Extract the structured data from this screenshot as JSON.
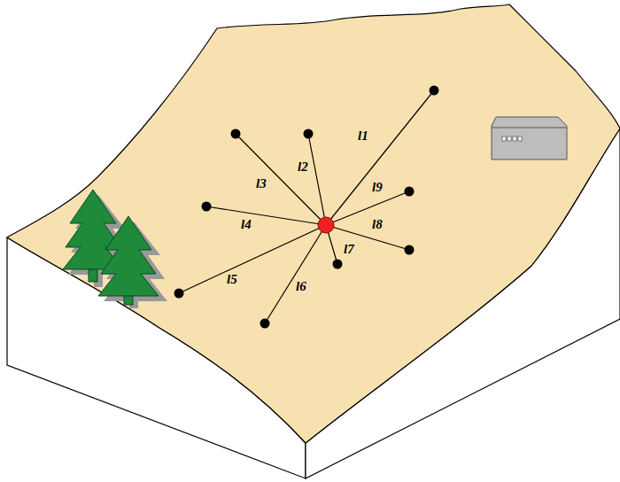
{
  "diagram": {
    "labels": [
      "l1",
      "l2",
      "l3",
      "l4",
      "l5",
      "l6",
      "l7",
      "l8",
      "l9"
    ]
  }
}
